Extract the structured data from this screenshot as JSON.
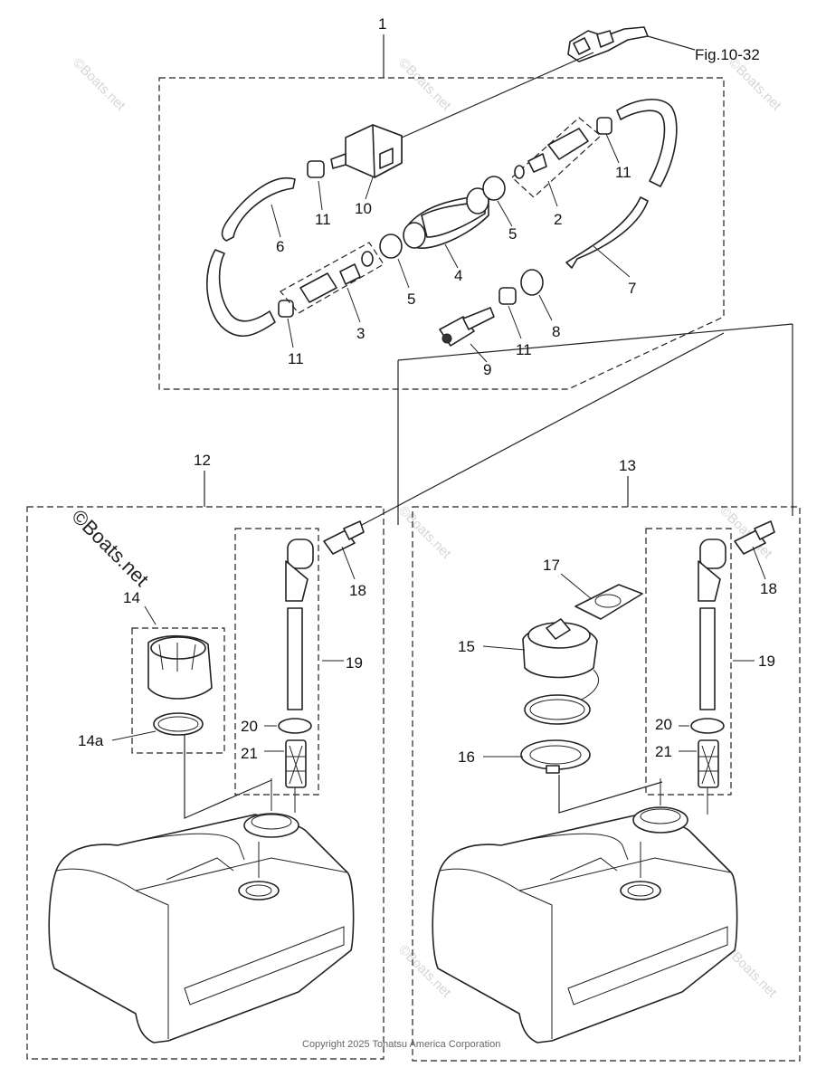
{
  "fig_reference": "Fig.10-32",
  "copyright": "Copyright 2025 Tohatsu America Corporation",
  "watermark": "©Boats.net",
  "callouts": {
    "c1": "1",
    "c2": "2",
    "c3": "3",
    "c4": "4",
    "c5a": "5",
    "c5b": "5",
    "c6": "6",
    "c7": "7",
    "c8": "8",
    "c9": "9",
    "c10": "10",
    "c11a": "11",
    "c11b": "11",
    "c11c": "11",
    "c11d": "11",
    "c12": "12",
    "c13": "13",
    "c14": "14",
    "c14a": "14a",
    "c15": "15",
    "c16": "16",
    "c17": "17",
    "c18a": "18",
    "c18b": "18",
    "c19a": "19",
    "c19b": "19",
    "c20a": "20",
    "c20b": "20",
    "c21a": "21",
    "c21b": "21"
  }
}
